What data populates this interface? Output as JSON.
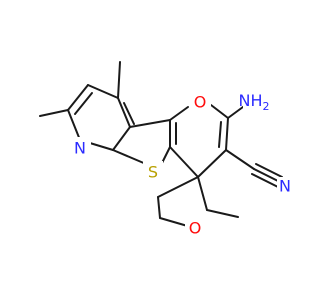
{
  "molecule": {
    "atoms": {
      "amine": {
        "text": "NH",
        "sub": "2",
        "color": "#2c2cff"
      },
      "pyran_o": {
        "text": "O",
        "color": "#ff0d0d"
      },
      "pyridine_n": {
        "text": "N",
        "color": "#2c2cff"
      },
      "thiophene_s": {
        "text": "S",
        "color": "#b8a000"
      },
      "nitrile_n": {
        "text": "N",
        "color": "#2c2cff"
      },
      "oxolane_o": {
        "text": "O",
        "color": "#ff0d0d"
      }
    },
    "colors": {
      "bond": "#1a1a1a",
      "carbon": "#000000"
    }
  }
}
